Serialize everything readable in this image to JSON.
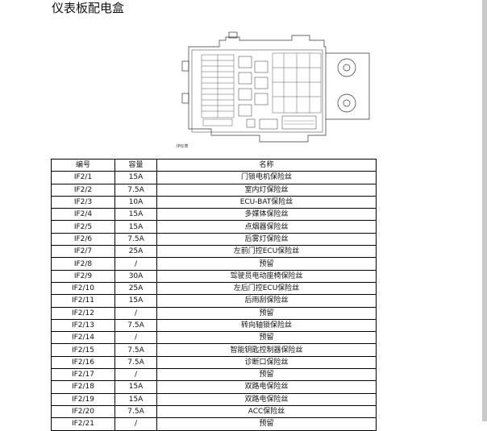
{
  "page": {
    "title": "仪表板配电盒"
  },
  "figure": {
    "label": "IP仪表"
  },
  "table": {
    "headers": [
      "编号",
      "容量",
      "名称"
    ],
    "rows": [
      [
        "IF2/1",
        "15A",
        "门锁电机保险丝"
      ],
      [
        "IF2/2",
        "7.5A",
        "室内灯保险丝"
      ],
      [
        "IF2/3",
        "10A",
        "ECU-BAT保险丝"
      ],
      [
        "IF2/4",
        "15A",
        "多媒体保险丝"
      ],
      [
        "IF2/5",
        "15A",
        "点烟器保险丝"
      ],
      [
        "IF2/6",
        "7.5A",
        "后雾灯保险丝"
      ],
      [
        "IF2/7",
        "25A",
        "左前门控ECU保险丝"
      ],
      [
        "IF2/8",
        "/",
        "预留"
      ],
      [
        "IF2/9",
        "30A",
        "驾驶员电动座椅保险丝"
      ],
      [
        "IF2/10",
        "25A",
        "左后门控ECU保险丝"
      ],
      [
        "IF2/11",
        "15A",
        "后雨刮保险丝"
      ],
      [
        "IF2/12",
        "/",
        "预留"
      ],
      [
        "IF2/13",
        "7.5A",
        "转向轴锁保险丝"
      ],
      [
        "IF2/14",
        "/",
        "预留"
      ],
      [
        "IF2/15",
        "7.5A",
        "智能钥匙控制器保险丝"
      ],
      [
        "IF2/16",
        "7.5A",
        "诊断口保险丝"
      ],
      [
        "IF2/17",
        "/",
        "预留"
      ],
      [
        "IF2/18",
        "15A",
        "双路电保险丝"
      ],
      [
        "IF2/19",
        "15A",
        "双路电保险丝"
      ],
      [
        "IF2/20",
        "7.5A",
        "ACC保险丝"
      ],
      [
        "IF2/21",
        "/",
        "预留"
      ]
    ]
  }
}
